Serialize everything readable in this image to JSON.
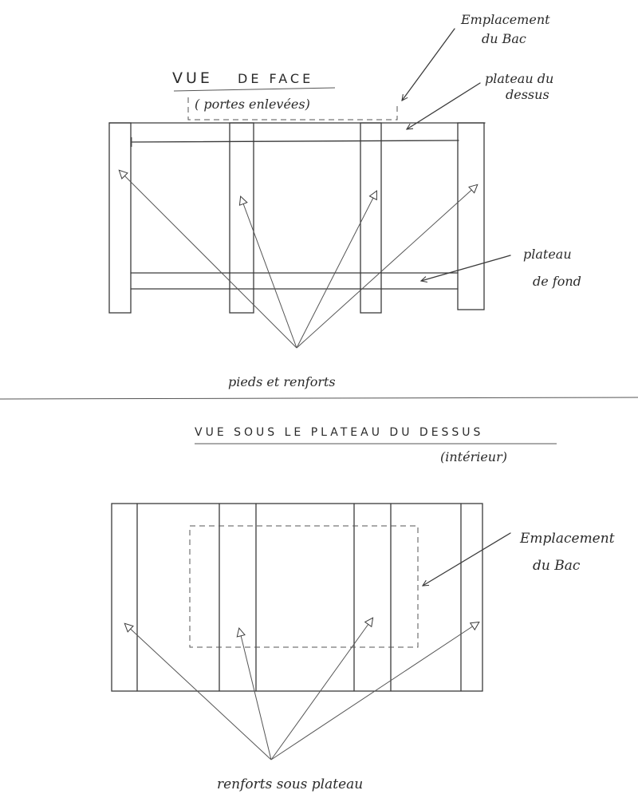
{
  "front_view": {
    "title_part1": "VUE",
    "title_part2": "DE  FACE",
    "subtitle": "( portes enlevées)",
    "label_bac_line1": "Emplacement",
    "label_bac_line2": "du Bac",
    "label_top_line1": "plateau du",
    "label_top_line2": "dessus",
    "label_bottom_line1": "plateau",
    "label_bottom_line2": "de fond",
    "label_legs": "pieds et renforts"
  },
  "under_view": {
    "title": "VUE  SOUS  LE PLATEAU  DU DESSUS",
    "subtitle": "(intérieur)",
    "label_bac_line1": "Emplacement",
    "label_bac_line2": "du Bac",
    "label_reinforcements": "renforts sous plateau"
  }
}
